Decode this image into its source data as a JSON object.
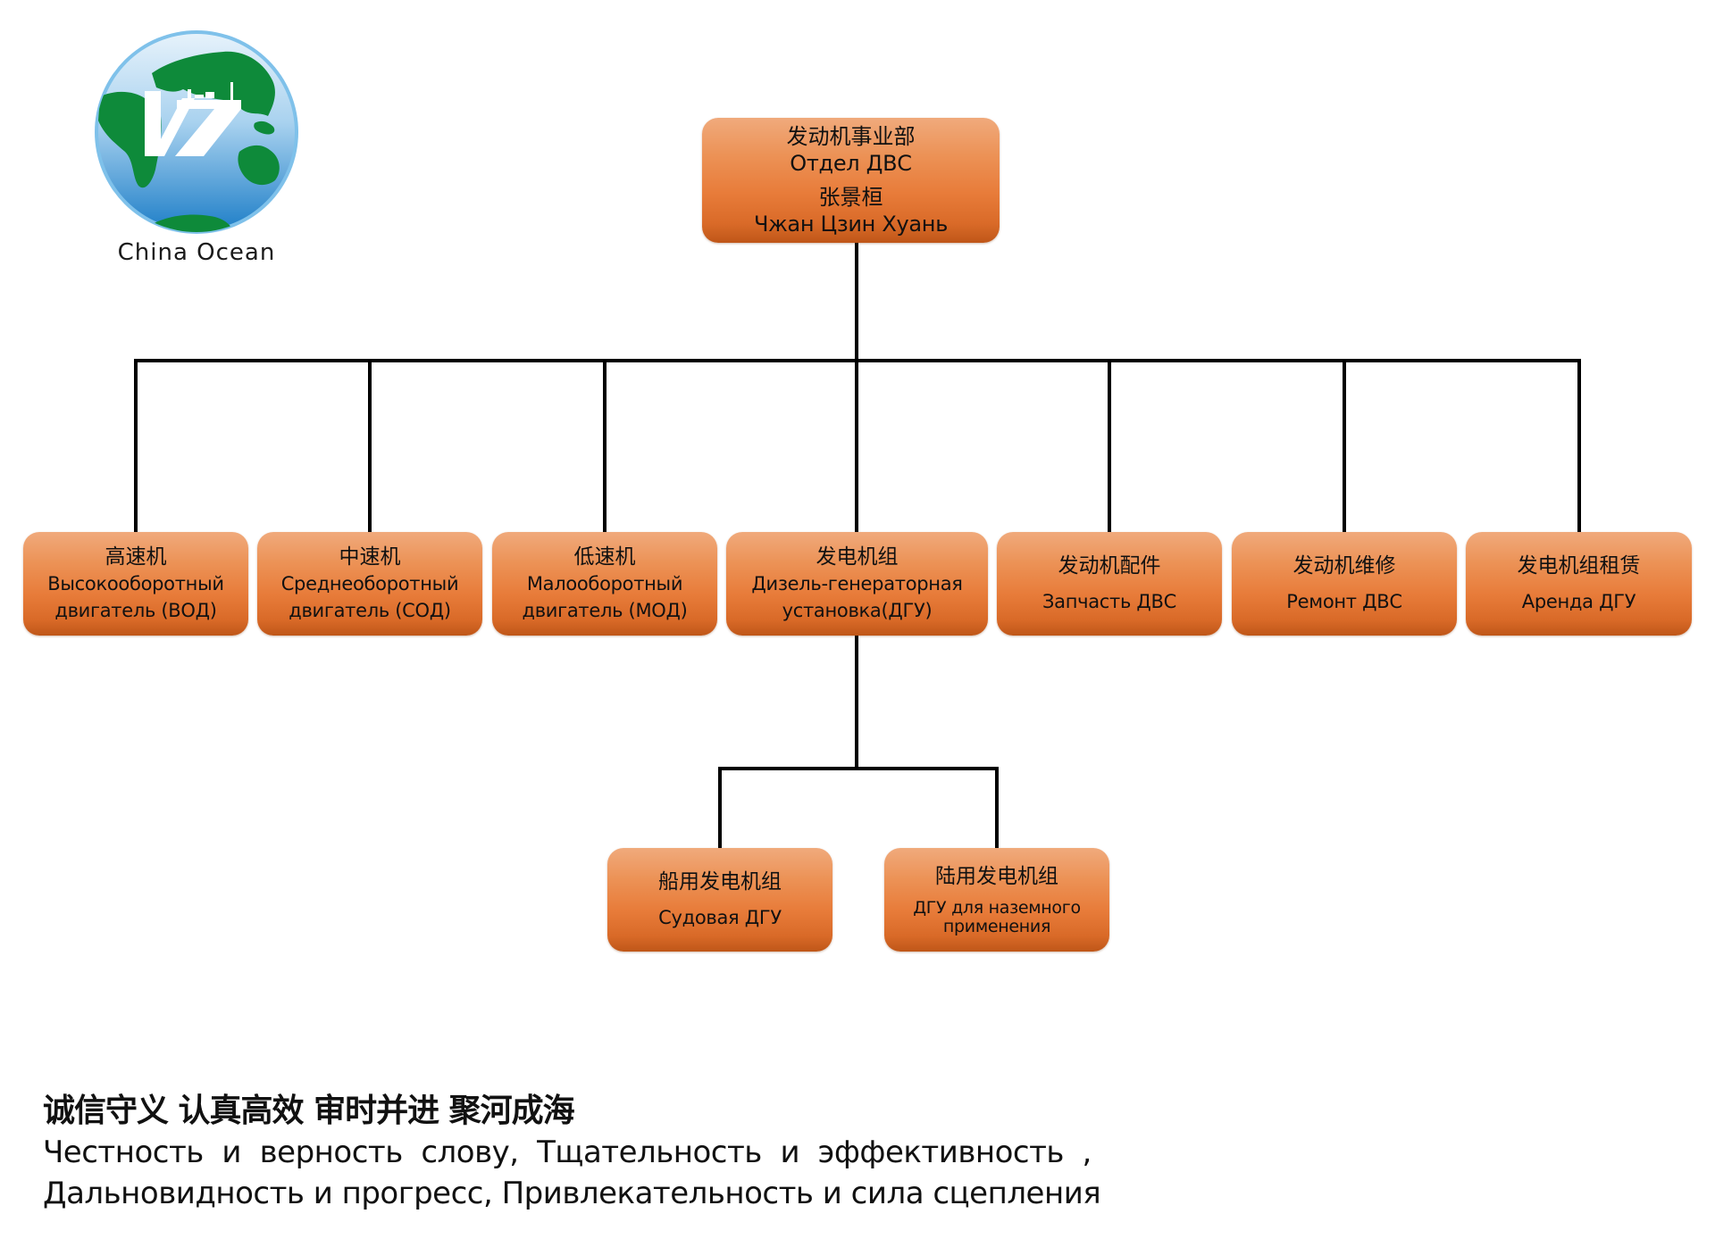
{
  "logo": {
    "caption": "China Ocean",
    "colors": {
      "ocean_light": "#cfe6f6",
      "ocean_dark": "#1f7fc8",
      "land": "#0e8a3a",
      "rim": "#7fc1ea"
    }
  },
  "chart": {
    "root": {
      "zh": "发动机事业部",
      "ru": "Отдел ДВС",
      "head_zh": "张景桓",
      "head_ru": "Чжан Цзин Хуань"
    },
    "departments": [
      {
        "zh": "高速机",
        "ru1": "Высокооборотный",
        "ru2": "двигатель (ВОД)"
      },
      {
        "zh": "中速机",
        "ru1": "Среднеоборотный",
        "ru2": "двигатель (СОД)"
      },
      {
        "zh": "低速机",
        "ru1": "Малооборотный",
        "ru2": "двигатель (МОД)"
      },
      {
        "zh": "发电机组",
        "ru1": "Дизель-генераторная",
        "ru2": "установка(ДГУ)"
      },
      {
        "zh": "发动机配件",
        "ru1": "Запчасть ДВС"
      },
      {
        "zh": "发动机维修",
        "ru1": "Ремонт ДВС"
      },
      {
        "zh": "发电机组租赁",
        "ru1": "Аренда ДГУ"
      }
    ],
    "sub_departments": [
      {
        "zh": "船用发电机组",
        "ru1": "Судовая ДГУ"
      },
      {
        "zh": "陆用发电机组",
        "ru1": "ДГУ для наземного",
        "ru2": "применения"
      }
    ],
    "colors": {
      "box_top": "#f0aa7c",
      "box_mid": "#e87c3a",
      "box_bottom": "#bf5618",
      "connector": "#000000"
    }
  },
  "motto": {
    "zh": "诚信守义 认真高效 审时并进 聚河成海",
    "ru_line1": "Честность  и  верность  слову,  Тщательность  и  эффективность  ,",
    "ru_line2": "Дальновидность и прогресс, Привлекательность и сила сцепления"
  }
}
